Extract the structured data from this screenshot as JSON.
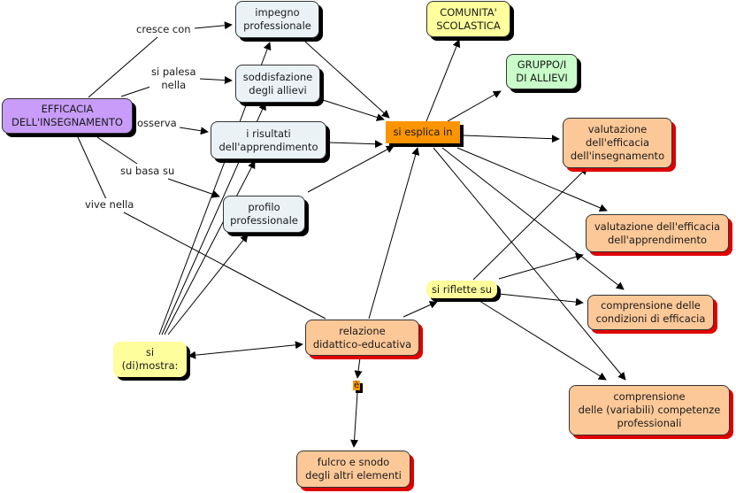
{
  "nodes": {
    "efficacia": "EFFICACIA\nDELL'INSEGNAMENTO",
    "impegno": "impegno\nprofessionale",
    "soddisfazione": "soddisfazione\ndegli allievi",
    "risultati": "i risultati\ndell'apprendimento",
    "profilo": "profilo\nprofessionale",
    "si_esplica": "si esplica in",
    "comunita": "COMUNITA'\nSCOLASTICA",
    "gruppo": "GRUPPO/I\nDI ALLIEVI",
    "val_insegnamento": "valutazione\ndell'efficacia\ndell'insegnamento",
    "val_apprendimento": "valutazione dell'efficacia\ndell'apprendimento",
    "si_riflette": "si riflette su",
    "comp_condizioni": "comprensione delle\ncondizioni di efficacia",
    "comp_competenze": "comprensione\ndelle (variabili) competenze\nprofessionali",
    "si_dimostra": "si\n(di)mostra:",
    "relazione": "relazione\ndidattico-educativa",
    "e": "è",
    "fulcro": "fulcro e snodo\ndegli altri elementi"
  },
  "links": {
    "cresce_con": "cresce con",
    "si_palesa": "si palesa\nnella",
    "osserva": "osserva",
    "su_basa_su": "su basa su",
    "vive_nella": "vive nella"
  }
}
